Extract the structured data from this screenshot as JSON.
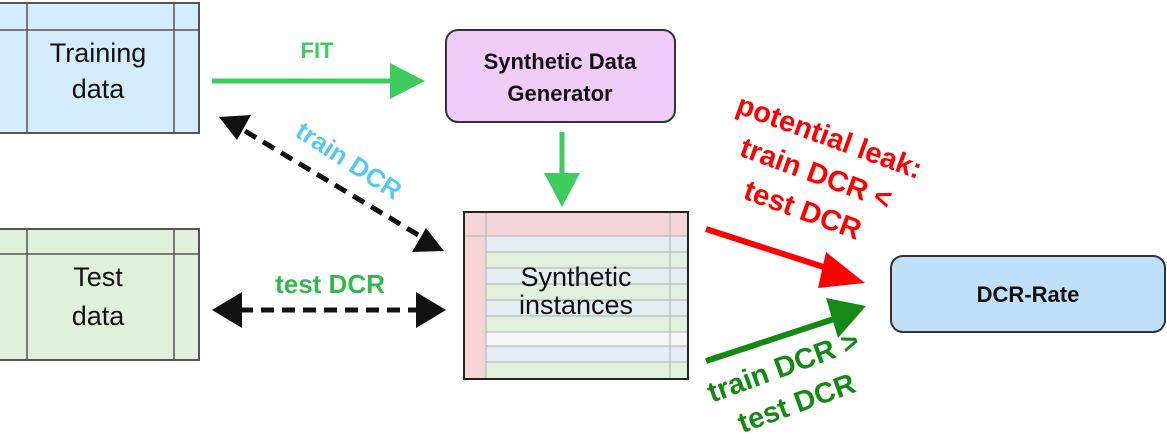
{
  "nodes": {
    "training_data": {
      "line1": "Training",
      "line2": "data"
    },
    "test_data": {
      "line1": "Test",
      "line2": "data"
    },
    "generator": {
      "line1": "Synthetic Data",
      "line2": "Generator"
    },
    "synthetic": {
      "line1": "Synthetic",
      "line2": "instances"
    },
    "dcr_rate": {
      "label": "DCR-Rate"
    }
  },
  "edges": {
    "fit": "FIT",
    "train_dcr": "train DCR",
    "test_dcr": "test DCR",
    "leak": {
      "line1": "potential leak:",
      "line2": "train DCR <",
      "line3": "test DCR"
    },
    "safe": {
      "line1": "train DCR >",
      "line2": "test DCR"
    }
  },
  "colors": {
    "training_fill": "#d4ecfb",
    "test_fill": "#dff0db",
    "generator_fill": "#efcdf8",
    "dcr_rate_fill": "#bfe0f8",
    "fit_arrow": "#3ecc5f",
    "train_dcr_text": "#59c8f0",
    "test_dcr_text": "#33b84c",
    "leak": "#ff0000",
    "safe": "#148a14"
  }
}
